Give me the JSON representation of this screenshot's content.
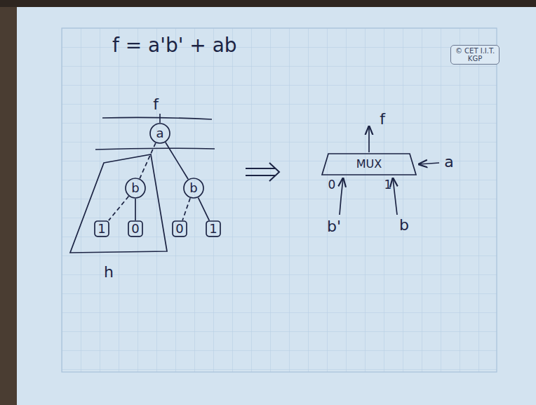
{
  "diagram": {
    "title": "f = a'b' + ab",
    "nodes": [
      {
        "text": [
          "a"
        ]
      },
      {
        "text": [
          "h"
        ]
      },
      {
        "text": [
          "b"
        ],
        "in": 1
      },
      {
        "text": [
          "1"
        ],
        "in": 1
      },
      {
        "text": [
          "0"
        ],
        "in": 1
      },
      {
        "text": [
          "b"
        ]
      },
      {
        "text": [
          "0"
        ]
      },
      {
        "text": [
          "1"
        ]
      },
      {
        "text": [
          "MUX"
        ]
      }
    ],
    "edges": [
      {
        "from": 0,
        "to": 2,
        "arrow": "none"
      },
      {
        "from": 0,
        "to": 5,
        "arrow": "none"
      },
      {
        "from": 2,
        "to": 3,
        "arrow": "none"
      },
      {
        "from": 2,
        "to": 4,
        "arrow": "none"
      },
      {
        "from": 5,
        "to": 6,
        "arrow": "none"
      },
      {
        "from": 5,
        "to": 7,
        "arrow": "none"
      }
    ],
    "labels": [
      "f",
      "f",
      "a",
      "0",
      "1",
      "b'",
      "b",
      "© CET I.I.T. KGP"
    ]
  }
}
